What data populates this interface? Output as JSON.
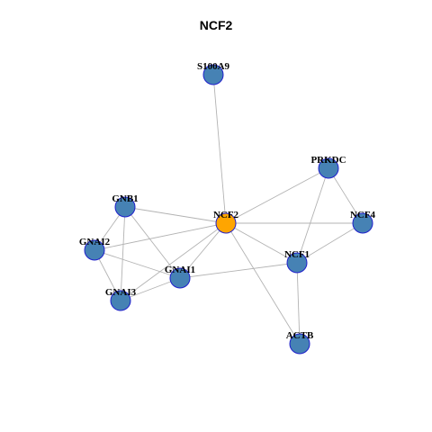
{
  "title": "NCF2",
  "colors": {
    "node": "#4682b4",
    "center": "#ffa500",
    "border": "#1f1fcc",
    "edge": "#b3b3b3"
  },
  "nodes": [
    {
      "id": "S100A9",
      "label": "S100A9",
      "center": false
    },
    {
      "id": "PRKDC",
      "label": "PRKDC",
      "center": false
    },
    {
      "id": "GNB1",
      "label": "GNB1",
      "center": false
    },
    {
      "id": "NCF2",
      "label": "NCF2",
      "center": true
    },
    {
      "id": "NCF4",
      "label": "NCF4",
      "center": false
    },
    {
      "id": "GNAI2",
      "label": "GNAI2",
      "center": false
    },
    {
      "id": "NCF1",
      "label": "NCF1",
      "center": false
    },
    {
      "id": "GNAI1",
      "label": "GNAI1",
      "center": false
    },
    {
      "id": "GNAI3",
      "label": "GNAI3",
      "center": false
    },
    {
      "id": "ACTB",
      "label": "ACTB",
      "center": false
    }
  ],
  "edges": [
    [
      "S100A9",
      "NCF2"
    ],
    [
      "PRKDC",
      "NCF2"
    ],
    [
      "PRKDC",
      "NCF4"
    ],
    [
      "PRKDC",
      "NCF1"
    ],
    [
      "GNB1",
      "NCF2"
    ],
    [
      "GNB1",
      "GNAI2"
    ],
    [
      "GNB1",
      "GNAI3"
    ],
    [
      "GNB1",
      "GNAI1"
    ],
    [
      "NCF2",
      "NCF4"
    ],
    [
      "NCF2",
      "NCF1"
    ],
    [
      "NCF2",
      "GNAI2"
    ],
    [
      "NCF2",
      "GNAI1"
    ],
    [
      "NCF2",
      "GNAI3"
    ],
    [
      "NCF2",
      "ACTB"
    ],
    [
      "NCF4",
      "NCF1"
    ],
    [
      "GNAI2",
      "GNAI3"
    ],
    [
      "GNAI2",
      "GNAI1"
    ],
    [
      "GNAI1",
      "GNAI3"
    ],
    [
      "GNAI1",
      "NCF1"
    ],
    [
      "NCF1",
      "ACTB"
    ]
  ]
}
